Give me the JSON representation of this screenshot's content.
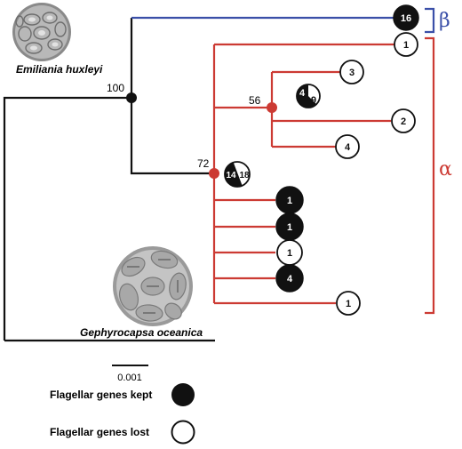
{
  "species": {
    "top": "Emiliania huxleyi",
    "bottom": "Gephyrocapsa oceanica"
  },
  "bootstrap": {
    "root": "100",
    "alpha_clade": "72",
    "subclade": "56"
  },
  "clades": {
    "beta": {
      "label": "β",
      "color": "#3a4fa8"
    },
    "alpha": {
      "label": "α",
      "color": "#cc3a33"
    }
  },
  "colors": {
    "branch_black": "#111111",
    "branch_red": "#cc3a33",
    "branch_blue": "#3a4fa8",
    "kept": "#111111",
    "lost": "#ffffff"
  },
  "nodes": {
    "beta_tip": {
      "value": "16",
      "state": "kept"
    },
    "alpha_first": {
      "value": "1",
      "state": "lost"
    },
    "sub_a": {
      "value": "3",
      "state": "lost"
    },
    "sub_pie": {
      "kept": "4",
      "lost": "9"
    },
    "sub_b": {
      "value": "2",
      "state": "lost"
    },
    "sub_c": {
      "value": "4",
      "state": "lost"
    },
    "alpha_pie": {
      "kept": "14",
      "lost": "18"
    },
    "tip_1": {
      "value": "1",
      "state": "kept"
    },
    "tip_2": {
      "value": "1",
      "state": "kept"
    },
    "tip_3": {
      "value": "1",
      "state": "lost"
    },
    "tip_4": {
      "value": "4",
      "state": "kept"
    },
    "tip_5": {
      "value": "1",
      "state": "lost"
    }
  },
  "scale_bar": {
    "label": "0.001"
  },
  "legend": {
    "kept": "Flagellar genes kept",
    "lost": "Flagellar genes lost"
  }
}
